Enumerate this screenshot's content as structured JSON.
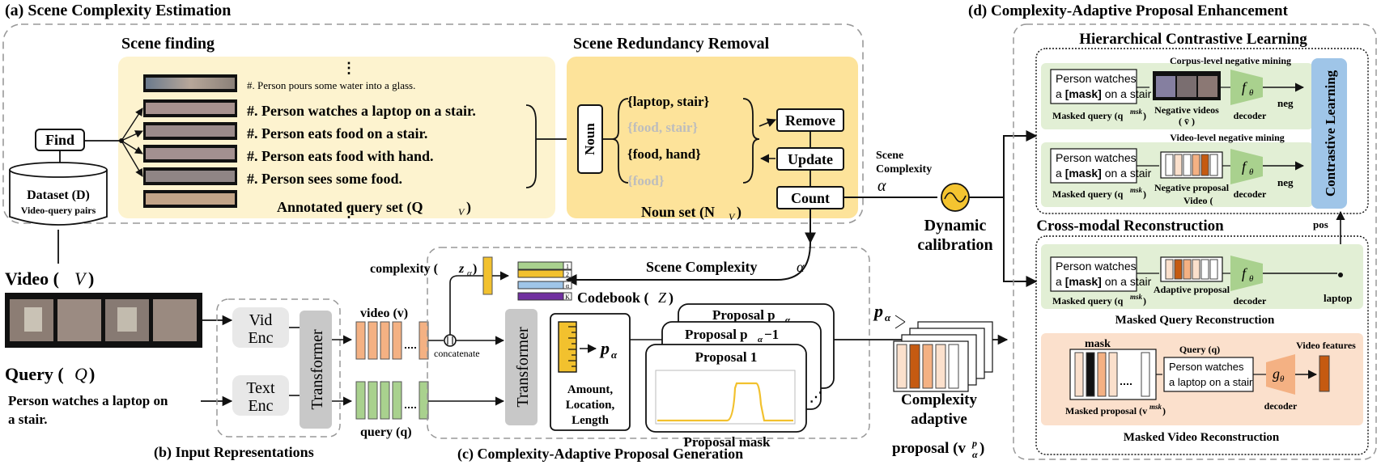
{
  "panel_a": {
    "title": "(a) Scene Complexity Estimation",
    "scene_finding": "Scene finding",
    "redundancy_title": "Scene Redundancy Removal",
    "find": "Find",
    "dataset": "Dataset (D)",
    "dataset_sub": "Video-query pairs",
    "dots": "⋮",
    "small_query": "#. Person pours some water into a glass.",
    "queries": [
      "#. Person watches a laptop on a stair.",
      "#. Person eats food on a stair.",
      "#. Person eats food with hand.",
      "#. Person sees some food."
    ],
    "annotated": "Annotated query set (Q",
    "annotated_sub": "V",
    "paren_close": ")",
    "noun": "Noun",
    "noun_sets": [
      "{laptop, stair}",
      "{food, stair}",
      "{food, hand}",
      "{food}"
    ],
    "remove": "Remove",
    "update": "Update",
    "count": "Count",
    "noun_set": "Noun set (N",
    "noun_set_sub": "V"
  },
  "middle": {
    "scene_complexity_1": "Scene",
    "scene_complexity_2": "Complexity",
    "alpha": "α",
    "dynamic_1": "Dynamic",
    "dynamic_2": "calibration"
  },
  "panel_b": {
    "title": "(b) Input Representations",
    "video_label": "Video (",
    "video_sym": "V",
    "query_label": "Query (",
    "query_sym": "Q",
    "query_text_1": "Person watches a laptop on",
    "query_text_2": "a stair.",
    "vid_enc_1": "Vid",
    "vid_enc_2": "Enc",
    "text_enc_1": "Text",
    "text_enc_2": "Enc",
    "transformer": "Transformer",
    "video_v": "video (v)",
    "query_q": "query (q)"
  },
  "panel_c": {
    "title": "(c) Complexity-Adaptive Proposal Generation",
    "complexity": "complexity (",
    "z_alpha": "z",
    "alpha_sub": "α",
    "scene_complexity": "Scene Complexity",
    "codebook": "Codebook (",
    "codebook_sym": "Z",
    "codebook_rows": [
      "1",
      "2",
      "α",
      "K"
    ],
    "concatenate": "concatenate",
    "transformer": "Transformer",
    "p_alpha": "p",
    "amount": "Amount,",
    "location": "Location,",
    "length": "Length",
    "proposal_a": "Proposal p",
    "proposal_a1": "Proposal p",
    "minus_one": "−1",
    "proposal_1": "Proposal 1",
    "proposal_mask": "Proposal mask",
    "complexity_adaptive_1": "Complexity",
    "complexity_adaptive_2": "adaptive",
    "complexity_adaptive_3": "proposal (v",
    "sup_p": "p"
  },
  "panel_d": {
    "title": "(d) Complexity-Adaptive Proposal Enhancement",
    "hcl": "Hierarchical Contrastive Learning",
    "corpus": "Corpus-level negative mining",
    "person_1": "Person watches",
    "mask_on_stair_pre": "a ",
    "mask_word": "[mask]",
    "mask_on_stair_post": " on a stair",
    "masked_query": "Masked query (q",
    "msk": "msk",
    "negative_videos": "Negative videos",
    "v_bar": "( v̄ )",
    "f_theta": "f",
    "theta": "θ",
    "decoder": "decoder",
    "neg": "neg",
    "video_level": "Video-level negative mining",
    "negative_proposal": "Negative proposal",
    "contrastive": "Contrastive Learning",
    "pos": "pos",
    "cmr": "Cross-modal Reconstruction",
    "adaptive_proposal": "Adaptive proposal",
    "laptop": "laptop",
    "mqr": "Masked Query Reconstruction",
    "mask": "mask",
    "query_q": "Query (q)",
    "query_text_1": "Person watches",
    "query_text_2": "a laptop on a stair",
    "video_features": "Video features",
    "g_theta": "g",
    "masked_proposal": "Masked proposal (v",
    "mvr": "Masked Video Reconstruction"
  },
  "colors": {
    "yellow_panel": "#fdf3cf",
    "yellow_panel2": "#fde39a",
    "green_panel": "#e2efd5",
    "orange_panel": "#fbe0cc",
    "blue_bar": "#9fc5e8",
    "orange_bar": "#f4b183",
    "green_bar": "#a9d18e",
    "yellow_bar": "#f2c12e"
  }
}
